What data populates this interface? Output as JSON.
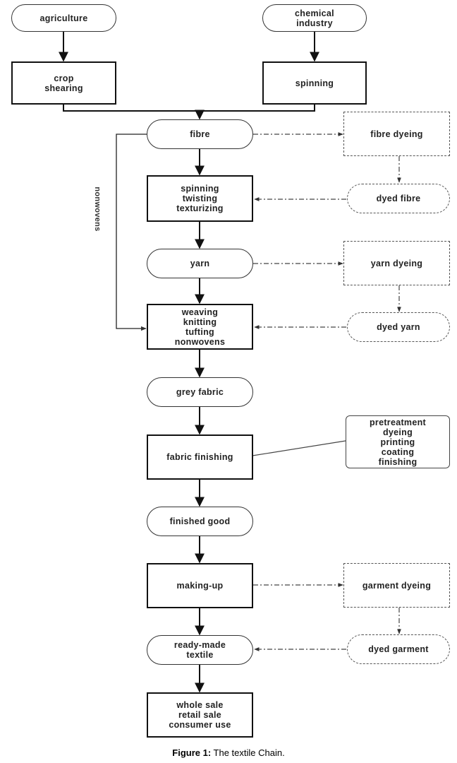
{
  "nodes": {
    "agriculture": [
      "agriculture"
    ],
    "chemical_industry": [
      "chemical",
      "industry"
    ],
    "crop_shearing": [
      "crop",
      "shearing"
    ],
    "spinning_top": [
      "spinning"
    ],
    "fibre": [
      "fibre"
    ],
    "fibre_dyeing": [
      "fibre dyeing"
    ],
    "spinning_twisting": [
      "spinning",
      "twisting",
      "texturizing"
    ],
    "dyed_fibre": [
      "dyed fibre"
    ],
    "yarn": [
      "yarn"
    ],
    "yarn_dyeing": [
      "yarn dyeing"
    ],
    "weaving": [
      "weaving",
      "knitting",
      "tufting",
      "nonwovens"
    ],
    "dyed_yarn": [
      "dyed yarn"
    ],
    "grey_fabric": [
      "grey fabric"
    ],
    "fabric_finishing": [
      "fabric finishing"
    ],
    "finishing_ops": [
      "pretreatment",
      "dyeing",
      "printing",
      "coating",
      "finishing"
    ],
    "finished_good": [
      "finished good"
    ],
    "making_up": [
      "making-up"
    ],
    "garment_dyeing": [
      "garment dyeing"
    ],
    "ready_made": [
      "ready-made",
      "textile"
    ],
    "dyed_garment": [
      "dyed garment"
    ],
    "sale": [
      "whole sale",
      "retail sale",
      "consumer use"
    ]
  },
  "side_label": "nonwovens",
  "caption": {
    "prefix": "Figure 1:",
    "text": " The textile Chain."
  }
}
